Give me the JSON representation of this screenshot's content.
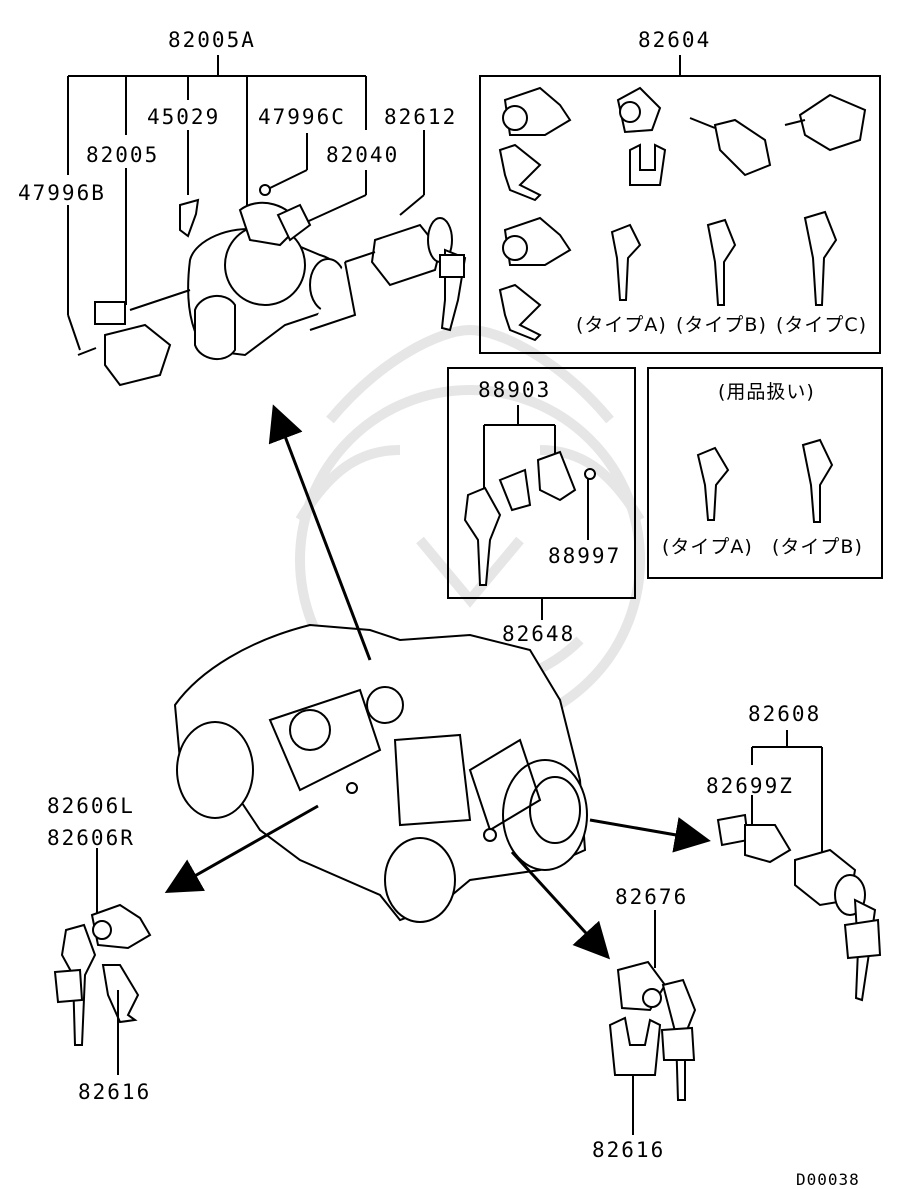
{
  "diagram_code": "D00038",
  "watermark": {
    "description": "faint logo watermark"
  },
  "parts": {
    "p82005A": "82005A",
    "p45029": "45029",
    "p47996C": "47996C",
    "p82612": "82612",
    "p82005": "82005",
    "p82040": "82040",
    "p47996B": "47996B",
    "p82604": "82604",
    "p88903": "88903",
    "p88997": "88997",
    "p82648": "82648",
    "p82608": "82608",
    "p82699Z": "82699Z",
    "p82606L": "82606L",
    "p82606R": "82606R",
    "p82616_left": "82616",
    "p82676": "82676",
    "p82616_right": "82616"
  },
  "key_types": {
    "type_a": "(タイプA)",
    "type_b": "(タイプB)",
    "type_c": "(タイプC)"
  },
  "accessory_box": {
    "title": "(用品扱い)",
    "type_a": "(タイプA)",
    "type_b": "(タイプB)"
  }
}
